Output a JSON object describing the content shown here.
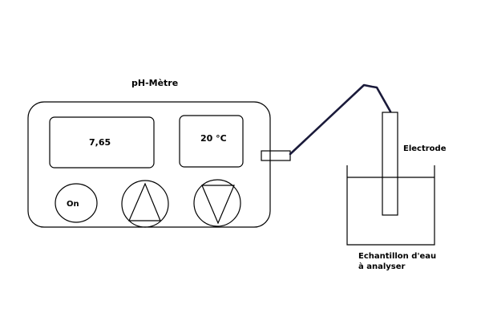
{
  "device": {
    "title": "pH-Mètre",
    "ph_reading": "7,65",
    "temperature_reading": "20 °C",
    "on_button_label": "On",
    "up_button_icon": "triangle-up-icon",
    "down_button_icon": "triangle-down-icon"
  },
  "probe": {
    "electrode_label": "Electrode"
  },
  "sample": {
    "label_line1": "Echantillon d'eau",
    "label_line2": "à analyser"
  },
  "colors": {
    "ink": "#000000",
    "cable": "#1a1a3a",
    "background": "#ffffff"
  }
}
